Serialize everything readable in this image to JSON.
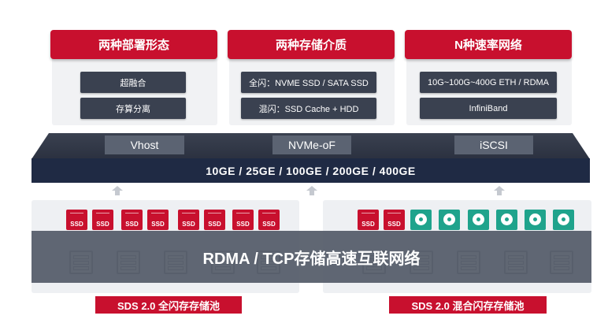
{
  "cards": [
    {
      "title": "两种部署形态",
      "items": [
        "超融合",
        "存算分离"
      ]
    },
    {
      "title": "两种存储介质",
      "items": [
        "全闪：NVME SSD / SATA SSD",
        "混闪：SSD Cache + HDD"
      ]
    },
    {
      "title": "N种速率网络",
      "items": [
        "10G~100G~400G ETH / RDMA",
        "InfiniBand"
      ]
    }
  ],
  "protocols": [
    "Vhost",
    "NVMe-oF",
    "iSCSI"
  ],
  "speeds": "10GE / 25GE / 100GE / 200GE / 400GE",
  "ssd_label": "SSD",
  "network_label": "RDMA / TCP存储高速互联网络",
  "pools": [
    {
      "label": "SDS 2.0 全闪存存储池"
    },
    {
      "label": "SDS 2.0 混合闪存存储池"
    }
  ],
  "colors": {
    "accent": "#c8102e",
    "dark": "#1f2a44",
    "pill": "#3a4150",
    "hdd": "#1fa38c"
  }
}
